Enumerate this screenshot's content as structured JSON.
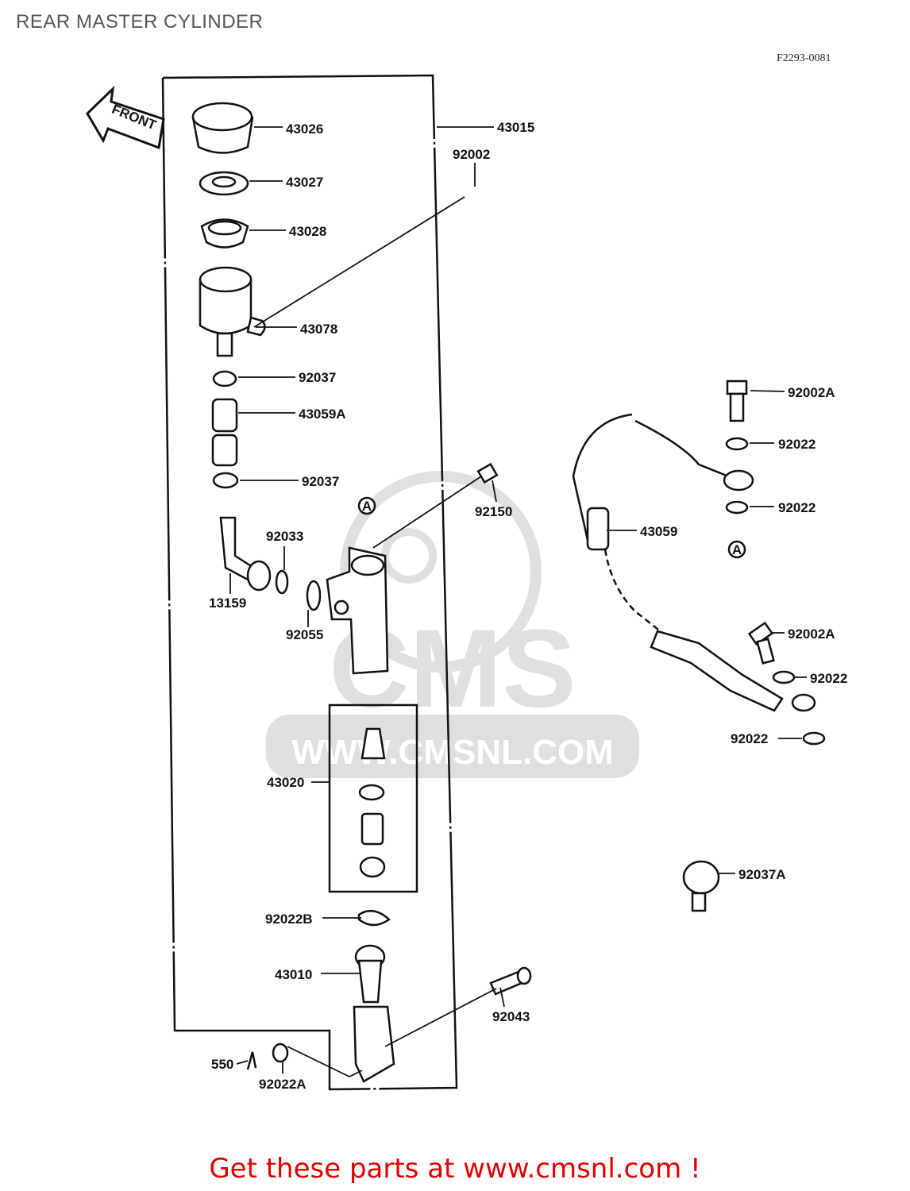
{
  "header": {
    "title": "REAR MASTER CYLINDER",
    "diagram_code": "F2293-0081"
  },
  "front_arrow": {
    "label": "FRONT"
  },
  "callouts": {
    "c43026": "43026",
    "c43015": "43015",
    "c43027": "43027",
    "c92002": "92002",
    "c43028": "43028",
    "c43078": "43078",
    "c92037_top": "92037",
    "c43059A": "43059A",
    "c92037_mid": "92037",
    "c92150": "92150",
    "c92033": "92033",
    "c13159": "13159",
    "c92055": "92055",
    "c43020": "43020",
    "c92022B": "92022B",
    "c43010": "43010",
    "c92043": "92043",
    "c550": "550",
    "c92022A": "92022A",
    "c92002A_top": "92002A",
    "c92022_1": "92022",
    "c92022_2": "92022",
    "c43059": "43059",
    "c92002A_low": "92002A",
    "c92022_3": "92022",
    "c92022_4": "92022",
    "c92037A": "92037A",
    "ref_a1": "A",
    "ref_a2": "A"
  },
  "watermark": {
    "brand": "CMS",
    "url": "WWW.CMSNL.COM"
  },
  "footer": {
    "promo": "Get these parts at www.cmsnl.com !"
  }
}
